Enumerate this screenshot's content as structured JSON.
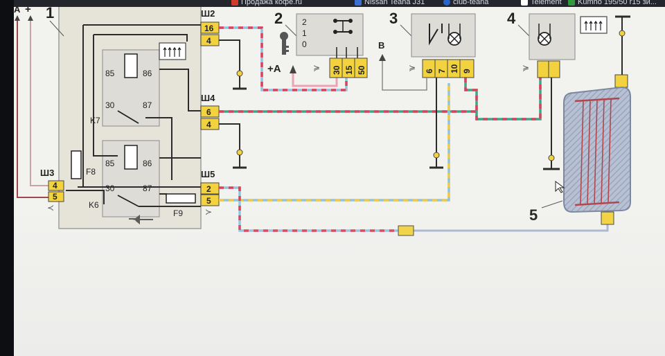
{
  "browser_tabs": [
    {
      "label": "Продажа кофе.ru",
      "icon": "bookmark-icon",
      "color": "#d23a2b"
    },
    {
      "label": "Nissan Teana J31",
      "icon": "bookmark-icon",
      "color": "#3b6fd6"
    },
    {
      "label": "club-teana",
      "icon": "globe-icon",
      "color": "#2a64c8"
    },
    {
      "label": "Telement",
      "icon": "document-icon",
      "color": "#ffffff"
    },
    {
      "label": "Kumho 195/50 r15 зи...",
      "icon": "bookmark-icon",
      "color": "#2f9a3c"
    }
  ],
  "diagram": {
    "left_wire_labels": {
      "a": "A",
      "plus": "+"
    },
    "components": {
      "relay_unit": "1",
      "ignition_switch": "2",
      "switch_3": "3",
      "indicator_4": "4",
      "rear_window_heater": "5"
    },
    "connectors": {
      "sh2": {
        "name": "Ш2",
        "pins": [
          "16",
          "4"
        ]
      },
      "sh4": {
        "name": "Ш4",
        "pins": [
          "6",
          "4"
        ]
      },
      "sh5": {
        "name": "Ш5",
        "pins": [
          "2",
          "5"
        ]
      },
      "sh3": {
        "name": "Ш3",
        "pins": [
          "4",
          "5"
        ]
      }
    },
    "relays": {
      "k7": {
        "name": "K7",
        "pin85": "85",
        "pin86": "86",
        "pin30": "30",
        "pin87": "87"
      },
      "k6": {
        "name": "K6",
        "pin85": "85",
        "pin86": "86",
        "pin30": "30",
        "pin87": "87"
      }
    },
    "fuses": {
      "f8": "F8",
      "f9": "F9"
    },
    "ignition_switch": {
      "positions": [
        "2",
        "1",
        "0"
      ],
      "pins": [
        "30",
        "15",
        "50"
      ],
      "plus_a_label": "+A"
    },
    "switch_3": {
      "pins": [
        "6",
        "7",
        "10",
        "9"
      ],
      "b_label": "B"
    },
    "colors": {
      "wire_red": "#d9435b",
      "wire_blue": "#8fc4df",
      "wire_green": "#3aa58a",
      "wire_yellow": "#eecb4d",
      "wire_pink": "#e9a3b4",
      "wire_lightblue": "#a9b6d2",
      "wire_dark": "#2b2b2b",
      "connector_fill": "#f2d33f",
      "relay_unit_fill": "#e6e3d9",
      "relay_box_fill": "#dddcd7"
    }
  }
}
